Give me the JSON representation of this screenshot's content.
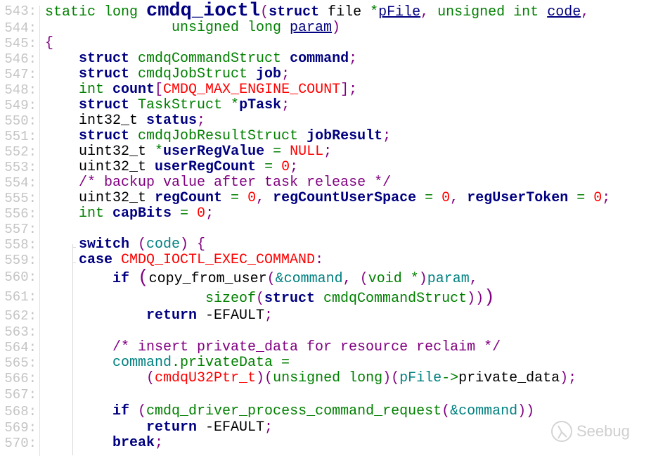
{
  "lines": [
    {
      "no": "543:",
      "indent": 0,
      "tokens": [
        [
          "t",
          "static long "
        ],
        [
          "f",
          "cmdq_ioctl"
        ],
        [
          "p",
          "("
        ],
        [
          "k",
          "struct "
        ],
        [
          "n",
          "file "
        ],
        [
          "o",
          "*"
        ],
        [
          "u",
          "pFile"
        ],
        [
          "p",
          ", "
        ],
        [
          "t",
          "unsigned int "
        ],
        [
          "u",
          "code"
        ],
        [
          "p",
          ","
        ]
      ]
    },
    {
      "no": "544:",
      "indent": 15,
      "tokens": [
        [
          "t",
          "unsigned long "
        ],
        [
          "u",
          "param"
        ],
        [
          "p",
          ")"
        ]
      ]
    },
    {
      "no": "545:",
      "indent": 0,
      "tokens": [
        [
          "p",
          "{"
        ]
      ]
    },
    {
      "no": "546:",
      "indent": 4,
      "tokens": [
        [
          "k",
          "struct "
        ],
        [
          "t",
          "cmdqCommandStruct "
        ],
        [
          "k",
          "command"
        ],
        [
          "p",
          ";"
        ]
      ]
    },
    {
      "no": "547:",
      "indent": 4,
      "tokens": [
        [
          "k",
          "struct "
        ],
        [
          "t",
          "cmdqJobStruct "
        ],
        [
          "k",
          "job"
        ],
        [
          "p",
          ";"
        ]
      ]
    },
    {
      "no": "548:",
      "indent": 4,
      "tokens": [
        [
          "t",
          "int "
        ],
        [
          "k",
          "count"
        ],
        [
          "p",
          "["
        ],
        [
          "c",
          "CMDQ_MAX_ENGINE_COUNT"
        ],
        [
          "p",
          "];"
        ]
      ]
    },
    {
      "no": "549:",
      "indent": 4,
      "tokens": [
        [
          "k",
          "struct "
        ],
        [
          "t",
          "TaskStruct "
        ],
        [
          "o",
          "*"
        ],
        [
          "k",
          "pTask"
        ],
        [
          "p",
          ";"
        ]
      ]
    },
    {
      "no": "550:",
      "indent": 4,
      "tokens": [
        [
          "n",
          "int32_t "
        ],
        [
          "k",
          "status"
        ],
        [
          "p",
          ";"
        ]
      ]
    },
    {
      "no": "551:",
      "indent": 4,
      "tokens": [
        [
          "k",
          "struct "
        ],
        [
          "t",
          "cmdqJobResultStruct "
        ],
        [
          "k",
          "jobResult"
        ],
        [
          "p",
          ";"
        ]
      ]
    },
    {
      "no": "552:",
      "indent": 4,
      "tokens": [
        [
          "n",
          "uint32_t "
        ],
        [
          "o",
          "*"
        ],
        [
          "k",
          "userRegValue"
        ],
        [
          "o",
          " = "
        ],
        [
          "c",
          "NULL"
        ],
        [
          "p",
          ";"
        ]
      ]
    },
    {
      "no": "553:",
      "indent": 4,
      "tokens": [
        [
          "n",
          "uint32_t "
        ],
        [
          "k",
          "userRegCount"
        ],
        [
          "o",
          " = "
        ],
        [
          "c",
          "0"
        ],
        [
          "p",
          ";"
        ]
      ]
    },
    {
      "no": "554:",
      "indent": 4,
      "tokens": [
        [
          "m",
          "/* backup value after task release */"
        ]
      ]
    },
    {
      "no": "555:",
      "indent": 4,
      "tokens": [
        [
          "n",
          "uint32_t "
        ],
        [
          "k",
          "regCount"
        ],
        [
          "o",
          " = "
        ],
        [
          "c",
          "0"
        ],
        [
          "p",
          ", "
        ],
        [
          "k",
          "regCountUserSpace"
        ],
        [
          "o",
          " = "
        ],
        [
          "c",
          "0"
        ],
        [
          "p",
          ", "
        ],
        [
          "k",
          "regUserToken"
        ],
        [
          "o",
          " = "
        ],
        [
          "c",
          "0"
        ],
        [
          "p",
          ";"
        ]
      ]
    },
    {
      "no": "556:",
      "indent": 4,
      "tokens": [
        [
          "t",
          "int "
        ],
        [
          "k",
          "capBits"
        ],
        [
          "o",
          " = "
        ],
        [
          "c",
          "0"
        ],
        [
          "p",
          ";"
        ]
      ]
    },
    {
      "no": "557:",
      "indent": 0,
      "tokens": []
    },
    {
      "no": "558:",
      "indent": 4,
      "tokens": [
        [
          "k",
          "switch "
        ],
        [
          "p",
          "("
        ],
        [
          "q",
          "code"
        ],
        [
          "p",
          ") {"
        ]
      ]
    },
    {
      "no": "559:",
      "indent": 4,
      "tokens": [
        [
          "k",
          "case "
        ],
        [
          "c",
          "CMDQ_IOCTL_EXEC_COMMAND"
        ],
        [
          "p",
          ":"
        ]
      ]
    },
    {
      "no": "560:",
      "indent": 8,
      "tokens": [
        [
          "k",
          "if "
        ],
        [
          "P",
          "("
        ],
        [
          "n",
          "copy_from_user"
        ],
        [
          "p",
          "("
        ],
        [
          "q",
          "&command"
        ],
        [
          "p",
          ", ("
        ],
        [
          "t",
          "void "
        ],
        [
          "o",
          "*"
        ],
        [
          "p",
          ")"
        ],
        [
          "q",
          "param"
        ],
        [
          "p",
          ","
        ]
      ]
    },
    {
      "no": "561:",
      "indent": 19,
      "tokens": [
        [
          "t",
          "sizeof"
        ],
        [
          "p",
          "("
        ],
        [
          "k",
          "struct "
        ],
        [
          "t",
          "cmdqCommandStruct"
        ],
        [
          "p",
          "))"
        ],
        [
          "P",
          ")"
        ]
      ]
    },
    {
      "no": "562:",
      "indent": 12,
      "tokens": [
        [
          "k",
          "return "
        ],
        [
          "n",
          "-EFAULT"
        ],
        [
          "p",
          ";"
        ]
      ]
    },
    {
      "no": "563:",
      "indent": 0,
      "tokens": []
    },
    {
      "no": "564:",
      "indent": 8,
      "tokens": [
        [
          "m",
          "/* insert private_data for resource reclaim */"
        ]
      ]
    },
    {
      "no": "565:",
      "indent": 8,
      "tokens": [
        [
          "q",
          "command"
        ],
        [
          "t",
          ".privateData ="
        ]
      ]
    },
    {
      "no": "566:",
      "indent": 12,
      "tokens": [
        [
          "p",
          "("
        ],
        [
          "c",
          "cmdqU32Ptr_t"
        ],
        [
          "p",
          ")("
        ],
        [
          "t",
          "unsigned long"
        ],
        [
          "p",
          ")("
        ],
        [
          "q",
          "pFile"
        ],
        [
          "t",
          "->"
        ],
        [
          "n",
          "private_data"
        ],
        [
          "p",
          ");"
        ]
      ]
    },
    {
      "no": "567:",
      "indent": 0,
      "tokens": []
    },
    {
      "no": "568:",
      "indent": 8,
      "tokens": [
        [
          "k",
          "if "
        ],
        [
          "p",
          "("
        ],
        [
          "t",
          "cmdq_driver_process_command_request"
        ],
        [
          "p",
          "("
        ],
        [
          "q",
          "&command"
        ],
        [
          "p",
          "))"
        ]
      ]
    },
    {
      "no": "569:",
      "indent": 12,
      "tokens": [
        [
          "k",
          "return "
        ],
        [
          "n",
          "-EFAULT"
        ],
        [
          "p",
          ";"
        ]
      ]
    },
    {
      "no": "570:",
      "indent": 8,
      "tokens": [
        [
          "k",
          "break"
        ],
        [
          "p",
          ";"
        ]
      ]
    }
  ],
  "watermark": "Seebug",
  "colors": {
    "keyword": "#000080",
    "type": "#008000",
    "constant": "#ff0000",
    "punct": "#800080",
    "variable": "#008080",
    "line_number": "#c4c4c4"
  }
}
